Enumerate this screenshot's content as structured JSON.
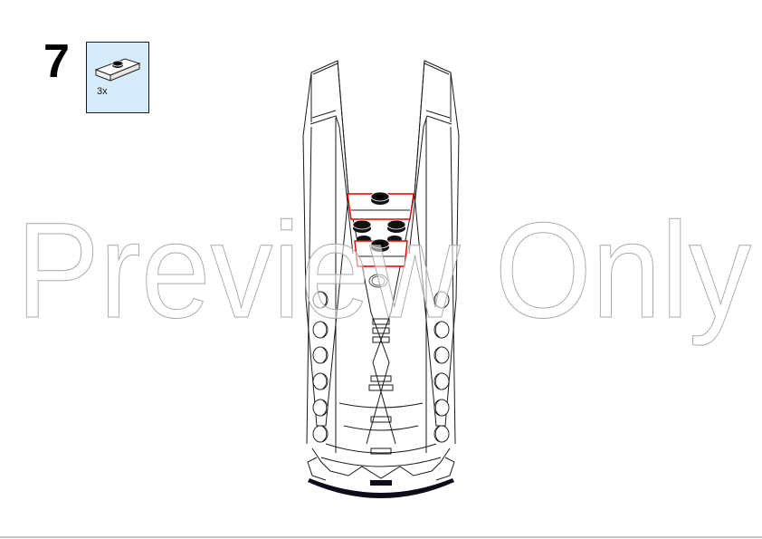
{
  "step": {
    "number": "7"
  },
  "parts_list": {
    "items": [
      {
        "part": "plate-1x2-jumper-white",
        "quantity": "3x"
      }
    ],
    "background_color": "#d6ecfb"
  },
  "model": {
    "description": "Tapered tower build with two pointed spires, three jumper plates highlighted in red added this step",
    "highlight_color": "#e00000"
  },
  "watermark": {
    "text": "Preview Only"
  }
}
